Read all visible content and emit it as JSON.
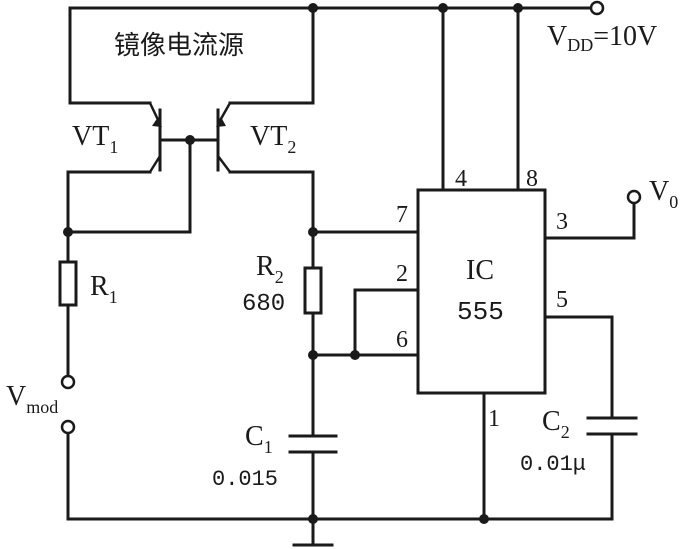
{
  "title": "镜像电流源",
  "supply": {
    "v": "V",
    "sub": "DD",
    "rest": "=10V"
  },
  "vt1": {
    "base": "VT",
    "sub": "1"
  },
  "vt2": {
    "base": "VT",
    "sub": "2"
  },
  "r1": {
    "base": "R",
    "sub": "1"
  },
  "r2": {
    "base": "R",
    "sub": "2",
    "value": "680"
  },
  "c1": {
    "base": "C",
    "sub": "1",
    "value": "0.015"
  },
  "c2": {
    "base": "C",
    "sub": "2",
    "value": "0.01μ"
  },
  "vmod": {
    "base": "V",
    "sub": "mod"
  },
  "vout": {
    "base": "V",
    "sub": "0"
  },
  "ic": {
    "name": "IC",
    "model": "555"
  },
  "pins": {
    "p1": "1",
    "p2": "2",
    "p3": "3",
    "p4": "4",
    "p5": "5",
    "p6": "6",
    "p7": "7",
    "p8": "8"
  }
}
